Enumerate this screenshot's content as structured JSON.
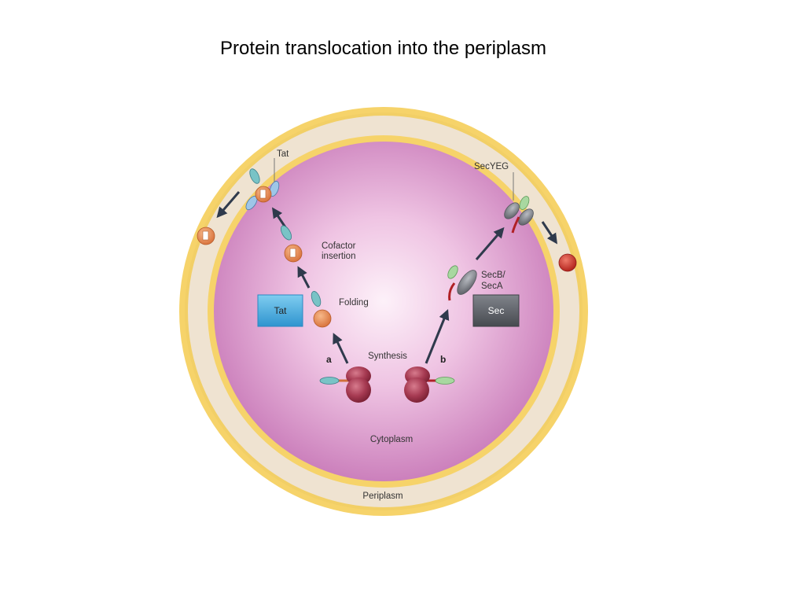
{
  "title": "Protein translocation into the periplasm",
  "labels": {
    "tat_top": "Tat",
    "secyeg": "SecYEG",
    "cofactor_line1": "Cofactor",
    "cofactor_line2": "insertion",
    "folding": "Folding",
    "tat_box": "Tat",
    "secb_line1": "SecB/",
    "secb_line2": "SecA",
    "sec_box": "Sec",
    "synthesis": "Synthesis",
    "path_a": "a",
    "path_b": "b",
    "cytoplasm": "Cytoplasm",
    "periplasm": "Periplasm"
  },
  "colors": {
    "outer_membrane": "#f4cf62",
    "periplasm_fill": "#efe3d0",
    "cytoplasm_edge": "#cc7fbd",
    "cytoplasm_center": "#fbeaf6",
    "ribosome": "#a8384e",
    "folded_protein": "#e6915a",
    "tat_box": "#3fa9de",
    "sec_box": "#5d6066",
    "arrow": "#2f3a4c",
    "teal_domain": "#72bfc0",
    "green_domain": "#a8d8a0",
    "signal_red": "#b02025"
  }
}
